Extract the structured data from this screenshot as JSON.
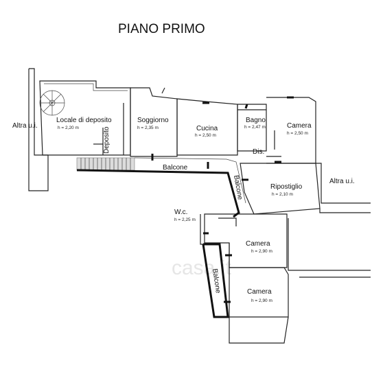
{
  "title": "PIANO PRIMO",
  "watermark": "casa.it",
  "outside_labels": {
    "left": "Altra u.i.",
    "right": "Altra u.i."
  },
  "rooms": {
    "locale": {
      "name": "Locale di deposito",
      "height": "h = 2,20 m"
    },
    "deposito": {
      "name": "Deposito"
    },
    "soggiorno": {
      "name": "Soggiorno",
      "height": "h = 2,35 m"
    },
    "cucina": {
      "name": "Cucina",
      "height": "h = 2,50 m"
    },
    "bagno": {
      "name": "Bagno",
      "height": "h = 2,47 m"
    },
    "camera1": {
      "name": "Camera",
      "height": "h = 2,50 m"
    },
    "dis": {
      "name": "Dis."
    },
    "ripostiglio": {
      "name": "Ripostiglio",
      "height": "h = 2,10 m"
    },
    "wc": {
      "name": "W.c.",
      "height": "h = 2,25 m"
    },
    "camera2": {
      "name": "Camera",
      "height": "h = 2,90 m"
    },
    "camera3": {
      "name": "Camera",
      "height": "h = 2,90 m"
    }
  },
  "balconies": {
    "top": "Balcone",
    "right": "Balcone",
    "bottom": "Balcone"
  }
}
